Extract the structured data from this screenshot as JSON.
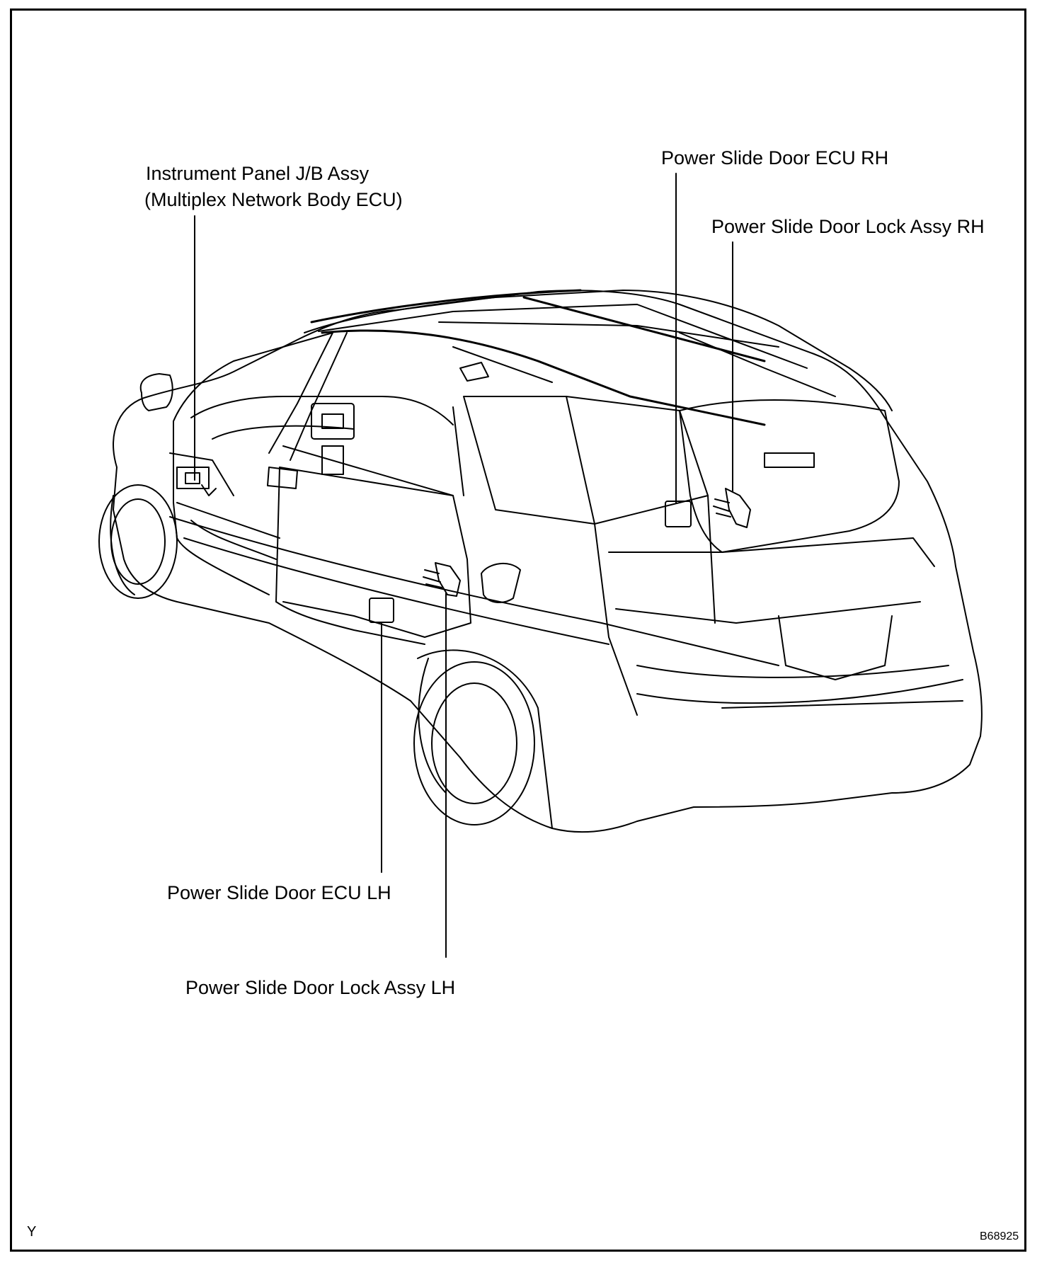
{
  "diagram": {
    "labels": {
      "instrument_panel_line1": "Instrument Panel J/B Assy",
      "instrument_panel_line2": "(Multiplex Network Body ECU)",
      "ecu_rh": "Power Slide Door ECU RH",
      "lock_rh": "Power Slide Door Lock Assy RH",
      "ecu_lh": "Power Slide Door ECU LH",
      "lock_lh": "Power Slide Door Lock Assy LH"
    },
    "corner_mark": "Y",
    "figure_code": "B68925",
    "colors": {
      "ink": "#000000",
      "paper": "#ffffff"
    }
  }
}
